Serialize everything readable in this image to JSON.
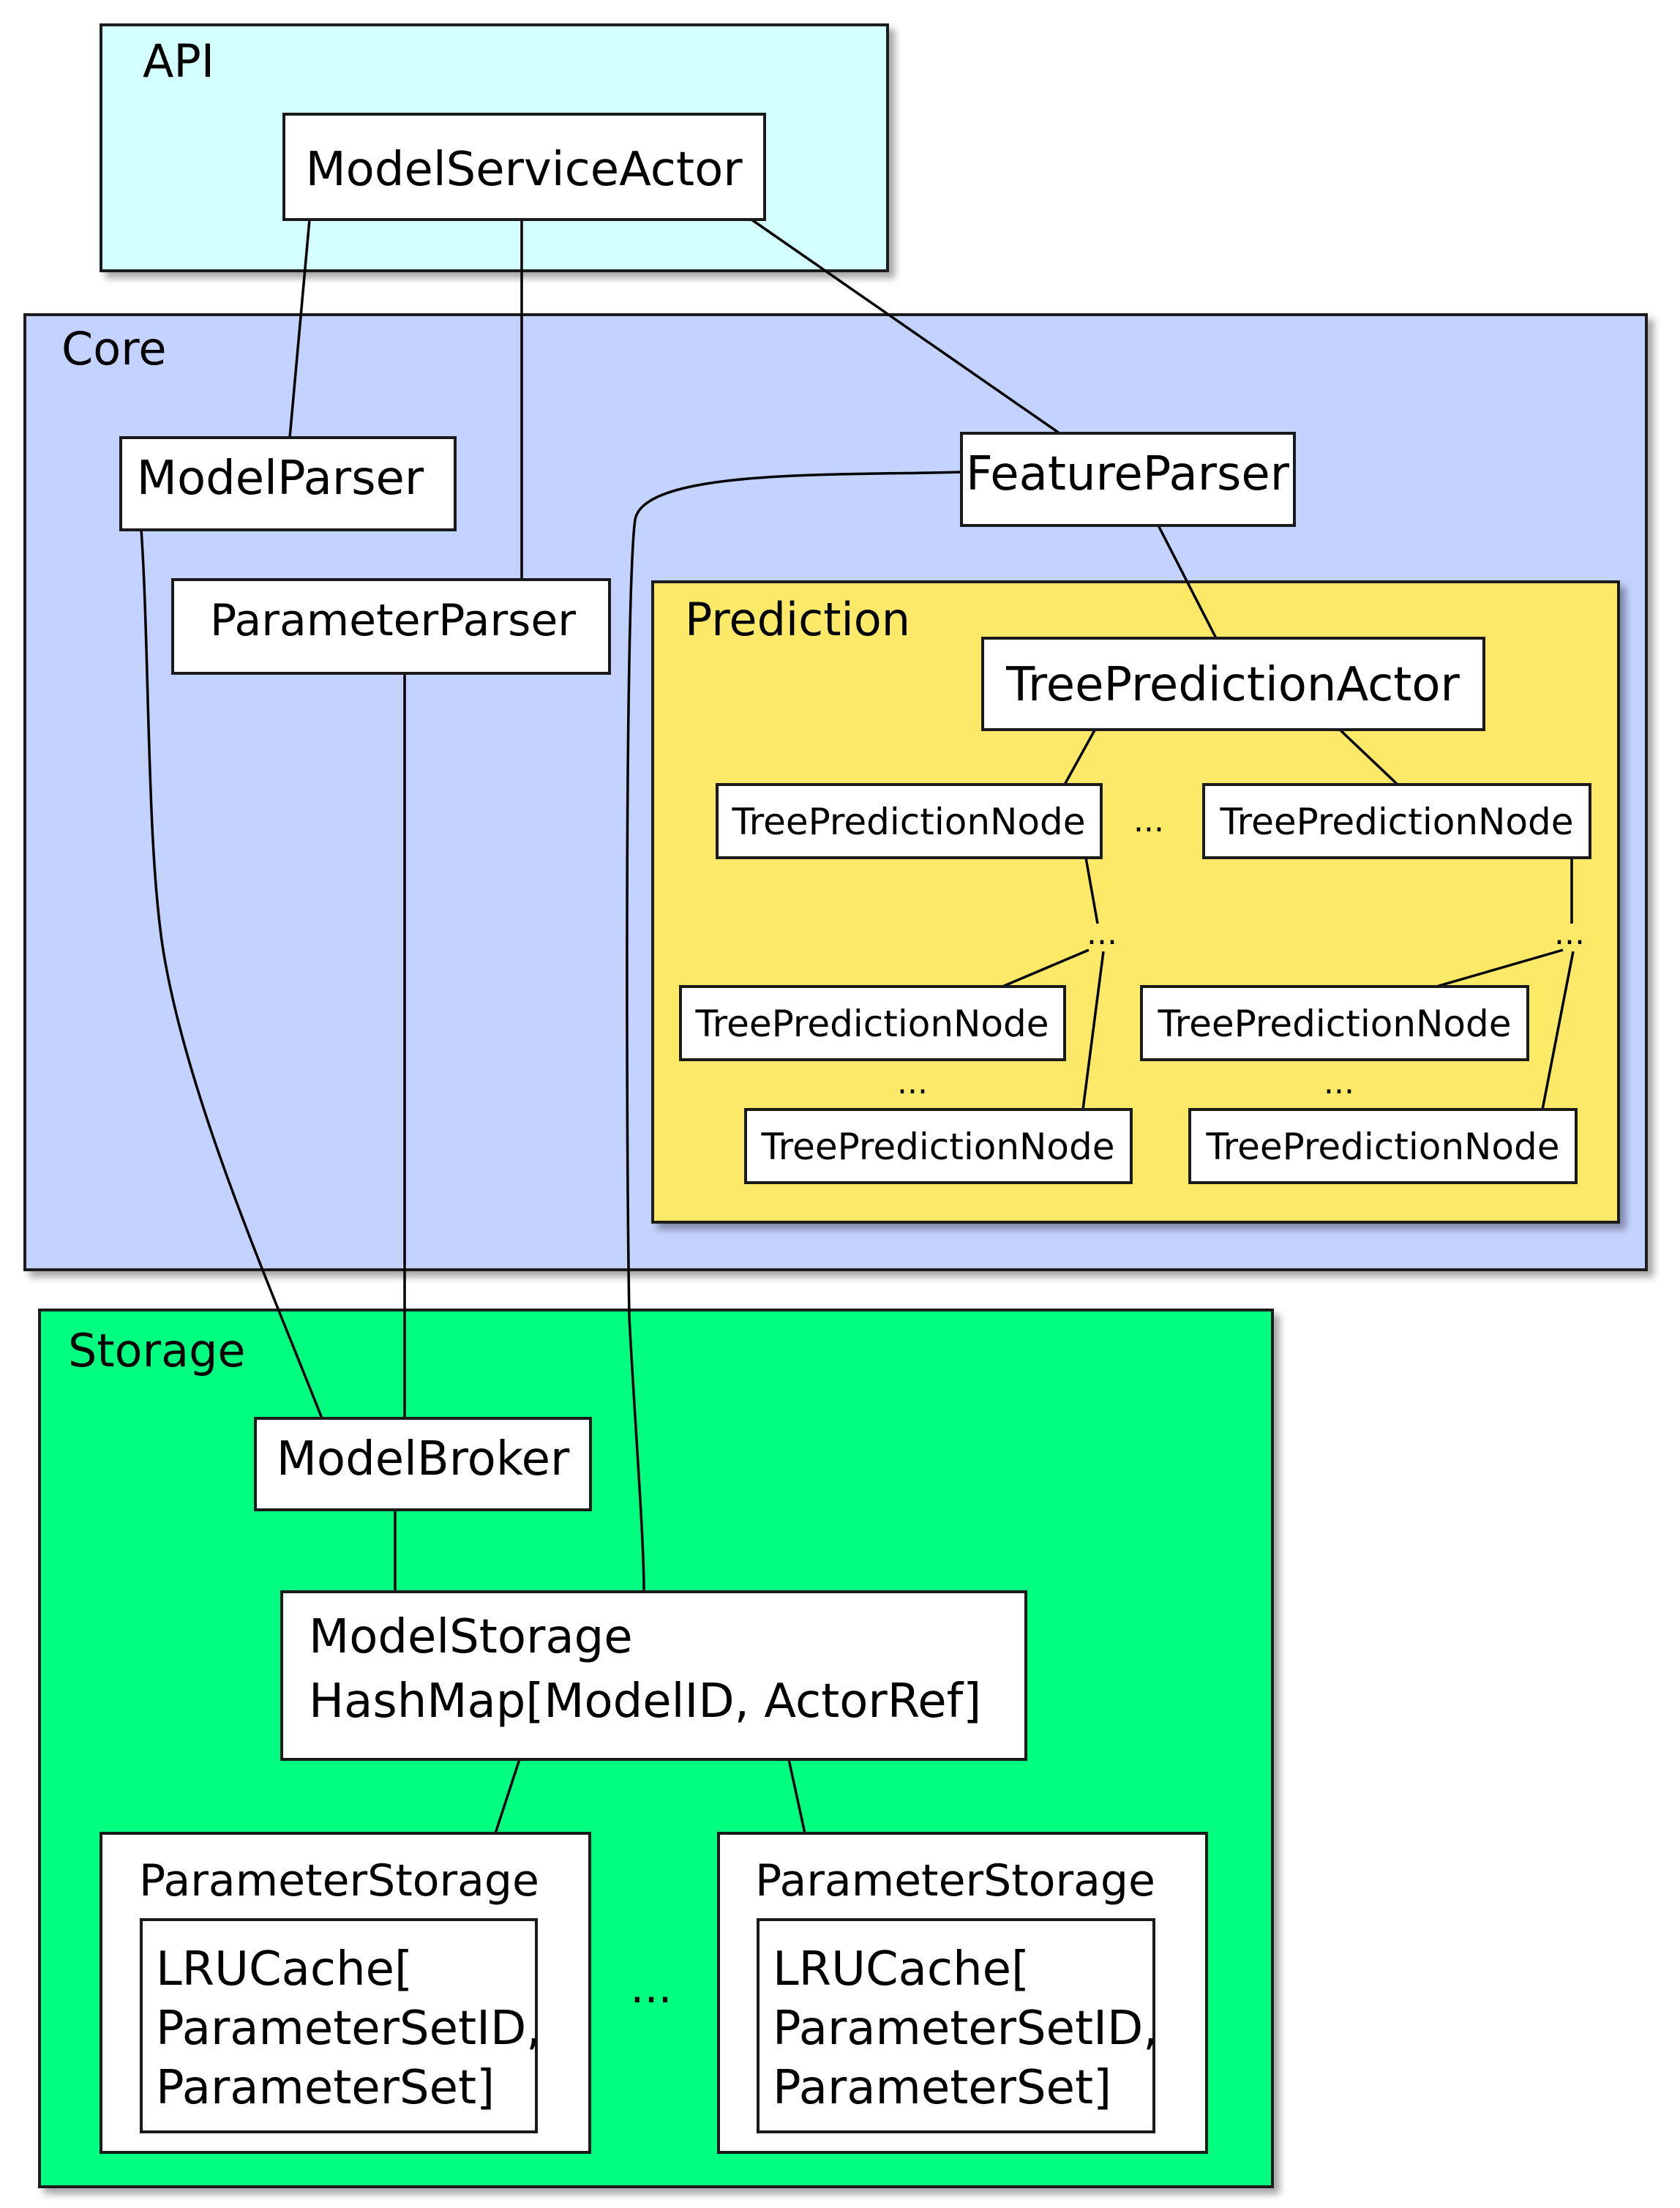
{
  "colors": {
    "api": "#d4ffff",
    "core": "#c4d2ff",
    "prediction": "#fde968",
    "storage": "#00ff80",
    "box": "#ffffff",
    "line": "#000000"
  },
  "regions": {
    "api": "API",
    "core": "Core",
    "prediction": "Prediction",
    "storage": "Storage"
  },
  "nodes": {
    "model_service_actor": "ModelServiceActor",
    "model_parser": "ModelParser",
    "feature_parser": "FeatureParser",
    "parameter_parser": "ParameterParser",
    "tree_prediction_actor": "TreePredictionActor",
    "tree_node_left": "TreePredictionNode",
    "tree_node_right": "TreePredictionNode",
    "tree_node_left_child_1": "TreePredictionNode",
    "tree_node_left_child_2": "TreePredictionNode",
    "tree_node_right_child_1": "TreePredictionNode",
    "tree_node_right_child_2": "TreePredictionNode",
    "model_broker": "ModelBroker",
    "model_storage": {
      "line1": "ModelStorage",
      "line2": "HashMap[ModelID,  ActorRef]"
    },
    "parameter_storage_left": {
      "title": "ParameterStorage",
      "cache_line1": "LRUCache[",
      "cache_line2": "ParameterSetID,",
      "cache_line3": "ParameterSet]"
    },
    "parameter_storage_right": {
      "title": "ParameterStorage",
      "cache_line1": "LRUCache[",
      "cache_line2": "ParameterSetID,",
      "cache_line3": "ParameterSet]"
    }
  },
  "ellipses": {
    "tree_siblings": "...",
    "tree_branch_left": "...",
    "tree_branch_right": "...",
    "tree_children_left": "...",
    "tree_children_right": "...",
    "storage_siblings": "..."
  }
}
